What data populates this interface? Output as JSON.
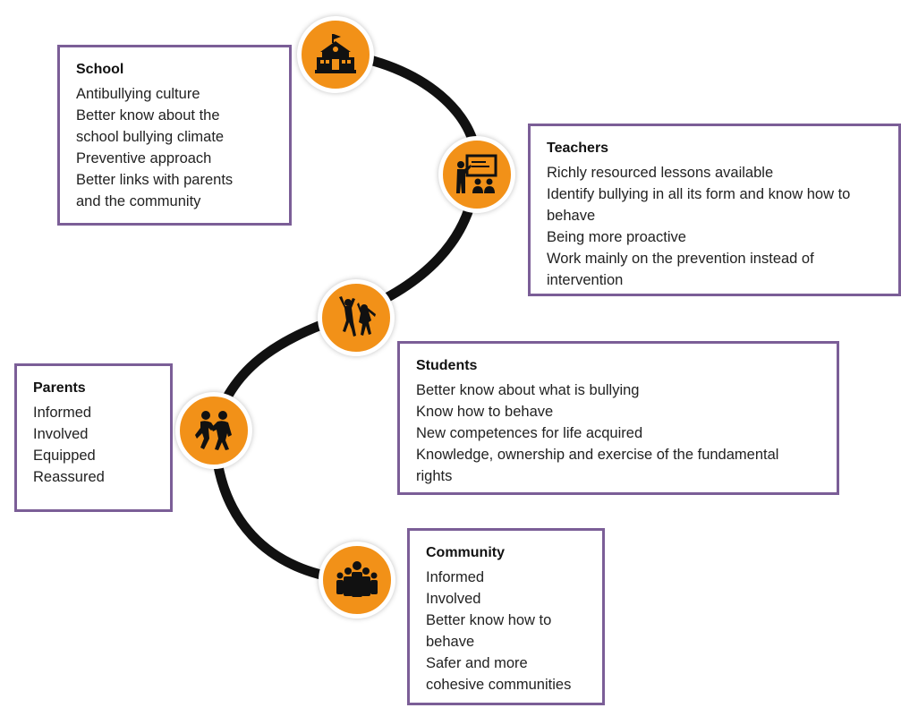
{
  "colors": {
    "accent": "#f29118",
    "border": "#7b5e97",
    "path": "#111111",
    "icon": "#111111"
  },
  "stages": [
    {
      "id": "school",
      "icon": "school-building-icon",
      "title": "School",
      "items": [
        "Antibullying culture",
        "Better know about the",
        "school bullying climate",
        "Preventive approach",
        "Better links with parents",
        "and the community"
      ]
    },
    {
      "id": "teachers",
      "icon": "teacher-board-icon",
      "title": "Teachers",
      "items": [
        "Richly resourced lessons available",
        "Identify bullying in all its form and know how to",
        "behave",
        "Being more proactive",
        "Work mainly on the prevention instead of",
        "intervention"
      ]
    },
    {
      "id": "students",
      "icon": "students-jumping-icon",
      "title": "Students",
      "items": [
        "Better know about what is bullying",
        "Know how to behave",
        "New competences for life acquired",
        "Knowledge, ownership and exercise of the fundamental",
        "rights"
      ]
    },
    {
      "id": "parents",
      "icon": "parents-embrace-icon",
      "title": "Parents",
      "items": [
        "Informed",
        "Involved",
        "Equipped",
        "Reassured"
      ]
    },
    {
      "id": "community",
      "icon": "community-group-icon",
      "title": "Community",
      "items": [
        "Informed",
        "Involved",
        "Better know how to",
        "behave",
        "Safer and more",
        "cohesive communities"
      ]
    }
  ]
}
